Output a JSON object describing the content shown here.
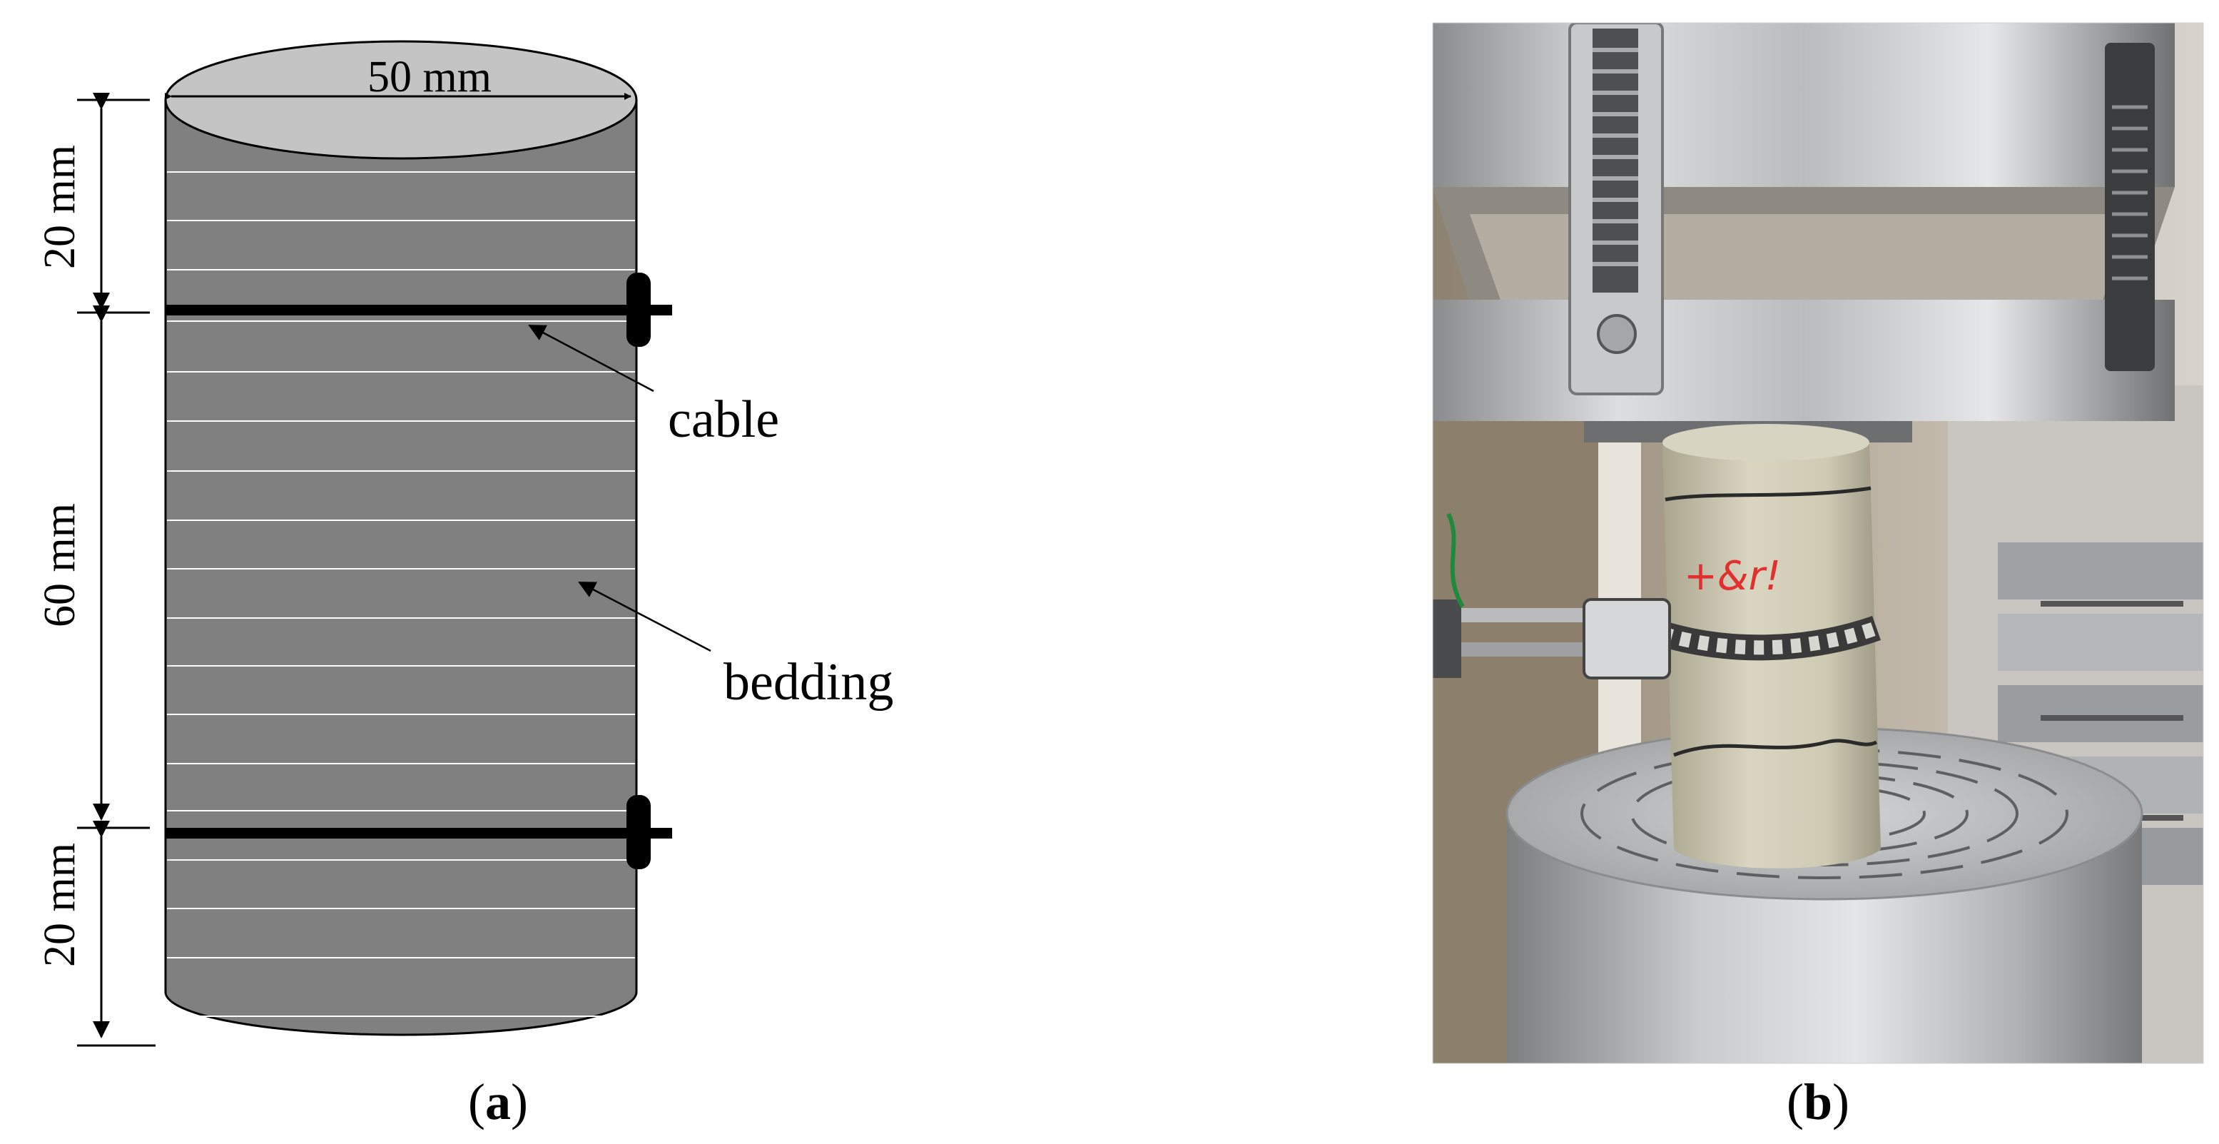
{
  "panel_a": {
    "top_diameter_label": "50 mm",
    "dim_top_label": "20 mm",
    "dim_middle_label": "60 mm",
    "dim_bottom_label": "20 mm",
    "cable_label": "cable",
    "bedding_label": "bedding",
    "caption_open": "(",
    "caption_letter": "a",
    "caption_close": ")",
    "colors": {
      "cylinder_body": "#808080",
      "cylinder_top": "#c4c4c4",
      "bedding_lines": "#ffffff",
      "cable": "#000000"
    }
  },
  "panel_b": {
    "specimen_marking": "+&r!",
    "caption_open": "(",
    "caption_letter": "b",
    "caption_close": ")"
  }
}
